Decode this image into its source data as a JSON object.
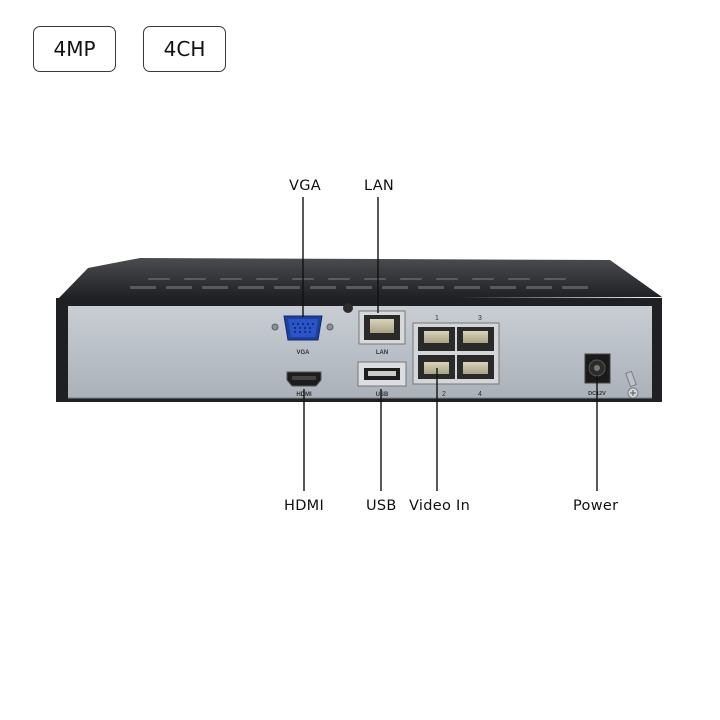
{
  "badges": [
    "4MP",
    "4CH"
  ],
  "callouts": {
    "vga": "VGA",
    "lan": "LAN",
    "hdmi": "HDMI",
    "usb": "USB",
    "video_in": "Video In",
    "power": "Power"
  },
  "panel_labels": {
    "vga": "VGA",
    "lan": "LAN",
    "hdmi": "HDMI",
    "usb": "USB",
    "port_1": "1",
    "port_2": "2",
    "port_3": "3",
    "port_4": "4",
    "power": "DC12V"
  },
  "colors": {
    "case": "#2a2b2e",
    "panel": "#b9bfc6",
    "vga_port": "#2a55c9",
    "background": "#ffffff"
  }
}
